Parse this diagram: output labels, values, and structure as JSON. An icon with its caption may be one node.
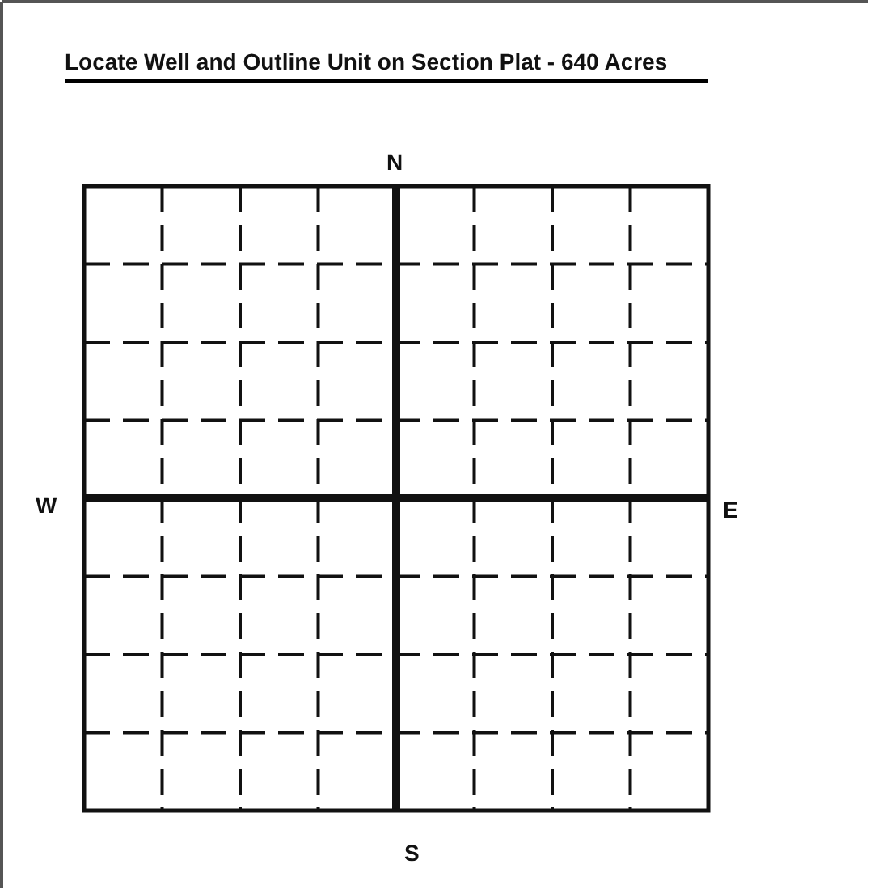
{
  "diagram": {
    "title": "Locate Well and Outline Unit on Section Plat - 640 Acres",
    "labels": [
      "N",
      "W",
      "E",
      "S"
    ]
  }
}
